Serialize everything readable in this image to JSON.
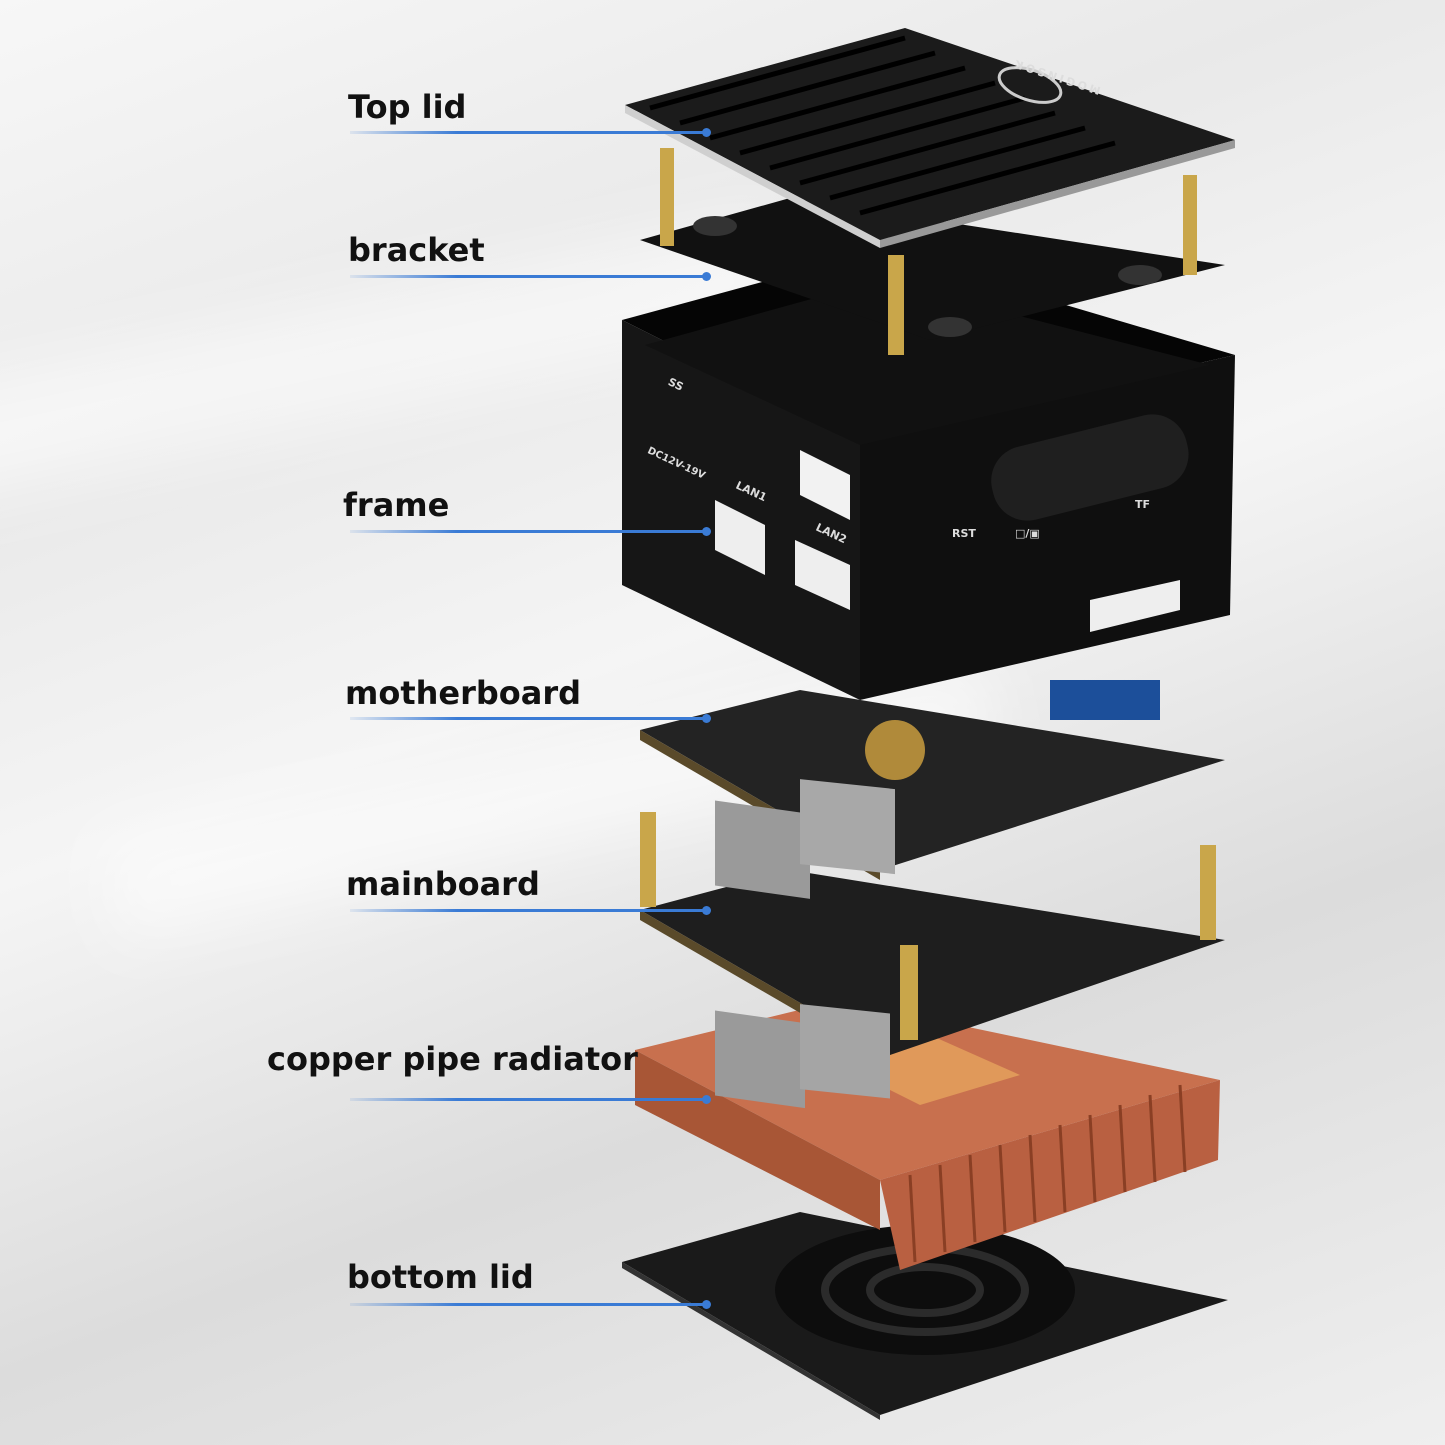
{
  "brand": "MOGINSOK",
  "components": [
    {
      "label": "Top lid"
    },
    {
      "label": "bracket"
    },
    {
      "label": "frame"
    },
    {
      "label": "motherboard"
    },
    {
      "label": "mainboard"
    },
    {
      "label": "copper pipe radiator"
    },
    {
      "label": "bottom lid"
    }
  ],
  "frame_markings": {
    "power": "DC12V-19V",
    "lan1": "LAN1",
    "lan2": "LAN2",
    "reset": "RST",
    "card": "TF",
    "usb": "SS",
    "display": "□/▣"
  },
  "colors": {
    "leader": "#3a7bd5",
    "case": "#141414",
    "copper": "#c8704e",
    "brass": "#c9a64a"
  }
}
